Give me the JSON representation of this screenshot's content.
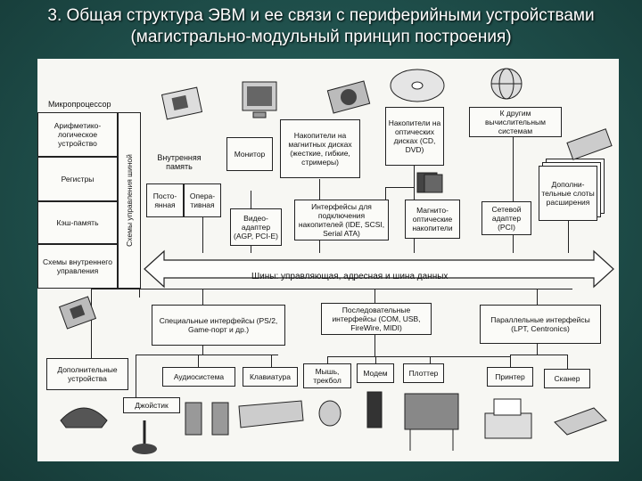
{
  "title": {
    "line1": "3. Общая структура ЭВМ и ее связи с периферийными устройствами",
    "line2": "(магистрально-модульный принцип построения)"
  },
  "diagram": {
    "cpu": {
      "label": "Микропроцессор",
      "alu": "Арифметико-логическое устройство",
      "registers": "Регистры",
      "cache": "Кэш-память",
      "internal_control": "Схемы внутреннего управления",
      "bus_control": "Схемы управления шиной"
    },
    "internal_memory": {
      "label": "Внутренняя память",
      "rom": "Посто-янная",
      "ram": "Опера-тивная"
    },
    "monitor": "Монитор",
    "video_adapter": "Видео-адаптер (AGP, PCI-E)",
    "magnetic_storage": "Накопители на магнитных дисках (жесткие, гибкие, стримеры)",
    "storage_interfaces": "Интерфейсы для подключения накопителей (IDE, SCSI, Serial ATA)",
    "optical_storage": "Накопители на оптических дисках (CD, DVD)",
    "magneto_optical": "Магнито-оптические накопители",
    "other_computers": "К другим вычислительным системам",
    "network_adapter": "Сетевой адаптер (PCI)",
    "expansion_slots": "Дополни-тельные слоты расширения",
    "bus": "Шины: управляющая, адресная и шина данных",
    "special_interfaces": "Специальные интерфейсы (PS/2, Game-порт и др.)",
    "serial_interfaces": "Последовательные интерфейсы (COM, USB, FireWire, MIDI)",
    "parallel_interfaces": "Параллельные интерфейсы (LPT, Centronics)",
    "peripherals": {
      "extra_devices": "Дополнительные устройства",
      "joystick": "Джойстик",
      "audio": "Аудиосистема",
      "keyboard": "Клавиатура",
      "mouse": "Мышь, трекбол",
      "modem": "Модем",
      "plotter": "Плоттер",
      "printer": "Принтер",
      "scanner": "Сканер"
    }
  },
  "colors": {
    "background": "#1f4f4b",
    "panel": "#f7f7f3",
    "ink": "#222222"
  }
}
